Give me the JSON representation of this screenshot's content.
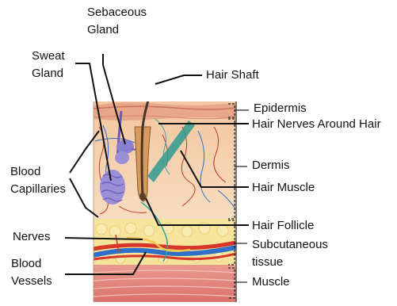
{
  "labels": {
    "sebaceous_gland": [
      "Sebaceous",
      "Gland"
    ],
    "sweat_gland": [
      "Sweat",
      "Gland"
    ],
    "blood_capillaries": [
      "Blood",
      "Capillaries"
    ],
    "nerves": "Nerves",
    "blood_vessels": [
      "Blood",
      "Vessels"
    ],
    "hair_shaft": "Hair Shaft",
    "epidermis": "Epidermis",
    "hair_nerves": "Hair Nerves Around Hair",
    "dermis": "Dermis",
    "hair_muscle": "Hair Muscle",
    "hair_follicle": "Hair Follicle",
    "subcutaneous_tissue": [
      "Subcutaneous",
      "tissue"
    ],
    "muscle": "Muscle"
  },
  "colors": {
    "epidermis": "#e9a98a",
    "dermis": "#f6d6b4",
    "fat": "#f7e39a",
    "artery": "#d8362b",
    "vein": "#2f6fc9",
    "muscle": "#e58a82",
    "gland": "#9b8fd8",
    "nerve_fiber": "#3aa6a0",
    "hair": "#4a3426"
  }
}
